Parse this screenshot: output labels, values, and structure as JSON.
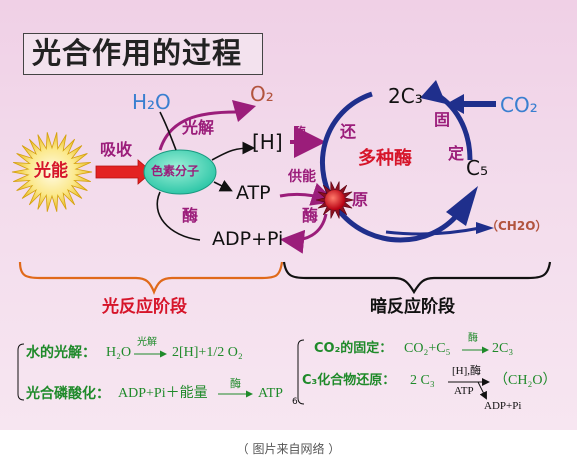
{
  "title": "光合作用的过程",
  "light_stage": {
    "h2o": "H₂O",
    "o2": "O₂",
    "photolysis": "光解",
    "h": "[H]",
    "light_energy": "光能",
    "absorb": "吸收",
    "pigment": "色素分子",
    "atp": "ATP",
    "enzyme": "酶",
    "adp_pi": "ADP+Pi"
  },
  "dark_stage": {
    "c3": "2C₃",
    "co2": "CO₂",
    "fix": "固",
    "fix2": "定",
    "c5": "C₅",
    "enzyme_small": "酶",
    "reduce1": "还",
    "reduce2": "原",
    "multi_enzymes": "多种酶",
    "energy_supply": "供能",
    "enzyme_bottom": "酶",
    "ch2o": "（CH2O）"
  },
  "brace_labels": {
    "light": "光反应阶段",
    "dark": "暗反应阶段"
  },
  "equations_left": {
    "water_label": "水的光解：",
    "water_lhs": "H₂O",
    "water_over": "光解",
    "water_rhs": "2[H]+1/2 O₂",
    "phos_label": "光合磷酸化：",
    "phos_lhs": "ADP+Pi＋能量",
    "phos_over": "酶",
    "phos_rhs": "ATP"
  },
  "equations_right": {
    "fix_label": "CO₂的固定：",
    "fix_lhs": "CO₂+C₅",
    "fix_over": "酶",
    "fix_rhs": "2C₃",
    "red_label": "C₃化合物还原：",
    "red_lhs": "2 C₃",
    "red_over": "[H],酶",
    "red_under": "ATP",
    "red_rhs": "（CH₂O）",
    "red_byproduct": "ADP+Pi"
  },
  "stray_mark": "6",
  "caption": "（ 图片来自网络 ）",
  "colors": {
    "background": "#f3dcec",
    "blue_text": "#3a7fd0",
    "purple": "#9b1d7a",
    "red": "#d6152a",
    "cycle_blue": "#1f2f8c",
    "equation_green": "#1f8a2a",
    "brace_orange": "#e06a1a"
  }
}
